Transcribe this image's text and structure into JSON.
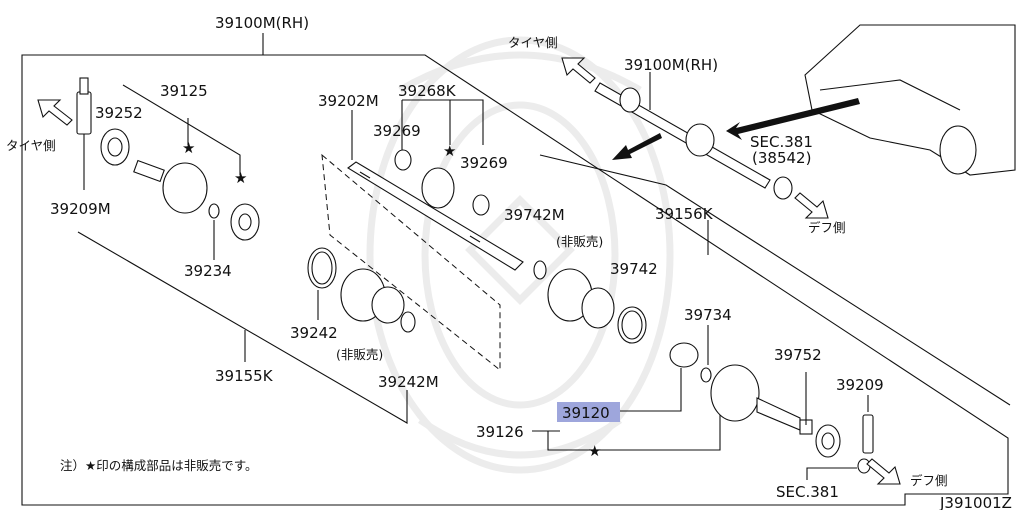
{
  "labels": {
    "assembly_rh_top": "39100M(RH)",
    "assembly_rh_inset": "39100M(RH)",
    "tire_side_top": "タイヤ側",
    "tire_side_left": "タイヤ側",
    "diff_side_inset": "デフ側",
    "diff_side_bottom": "デフ側",
    "sec_381_inset": "SEC.381",
    "sec_38542": "(38542)",
    "sec_381_bottom": "SEC.381",
    "p39125": "39125",
    "p39252": "39252",
    "p39209m": "39209M",
    "p39234": "39234",
    "p39202m": "39202M",
    "p39268k": "39268K",
    "p39269_a": "39269",
    "p39269_b": "39269",
    "p39742m": "39742M",
    "p39156k": "39156K",
    "not_sold_1": "(非販売)",
    "p39742": "39742",
    "p39734": "39734",
    "p39242": "39242",
    "not_sold_2": "(非販売)",
    "p39242m": "39242M",
    "p39155k": "39155K",
    "p39752": "39752",
    "p39209": "39209",
    "p39126": "39126",
    "p39120": "39120",
    "note": "注）★印の構成部品は非販売です。",
    "diagram_id": "J391001Z"
  },
  "colors": {
    "highlight": "#9ea6dc",
    "line": "#111111",
    "watermark": "#ececec"
  }
}
